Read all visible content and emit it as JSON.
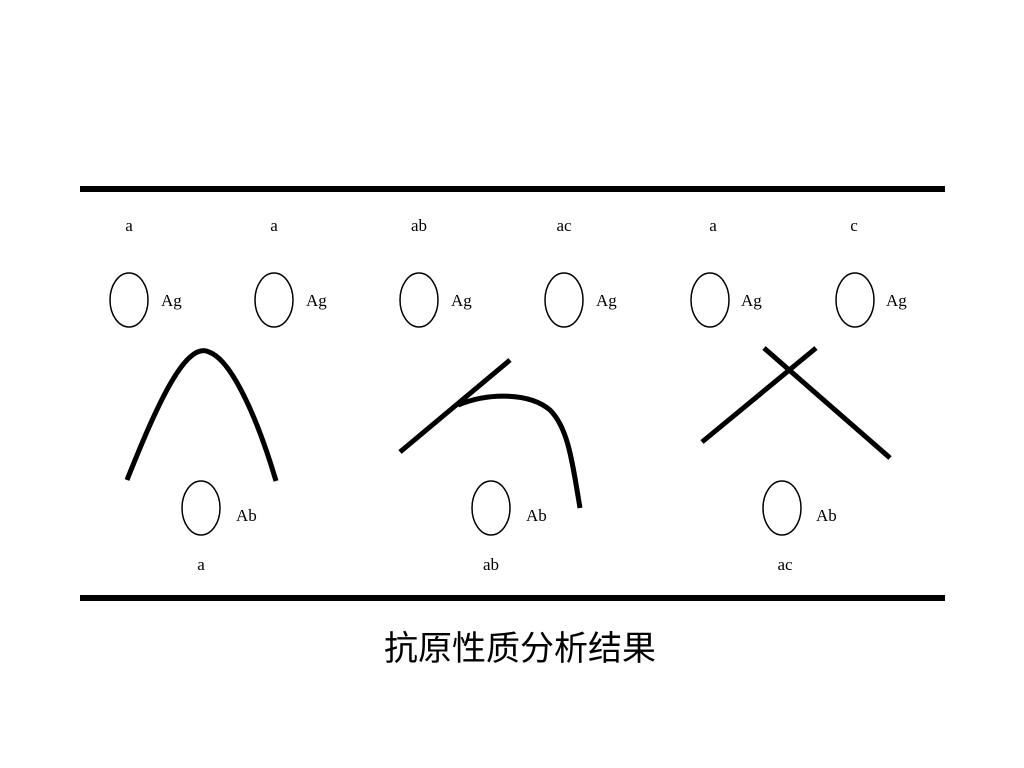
{
  "panels": [
    {
      "top_labels": [
        "a",
        "a"
      ],
      "ag_label": "Ag",
      "ab_label": "Ab",
      "bottom_label": "a",
      "pattern": "identity"
    },
    {
      "top_labels": [
        "ab",
        "ac"
      ],
      "ag_label": "Ag",
      "ab_label": "Ab",
      "bottom_label": "ab",
      "pattern": "partial-identity"
    },
    {
      "top_labels": [
        "a",
        "c"
      ],
      "ag_label": "Ag",
      "ab_label": "Ab",
      "bottom_label": "ac",
      "pattern": "non-identity"
    }
  ],
  "caption": "抗原性质分析结果",
  "colors": {
    "ink": "#000000",
    "background": "#ffffff"
  }
}
